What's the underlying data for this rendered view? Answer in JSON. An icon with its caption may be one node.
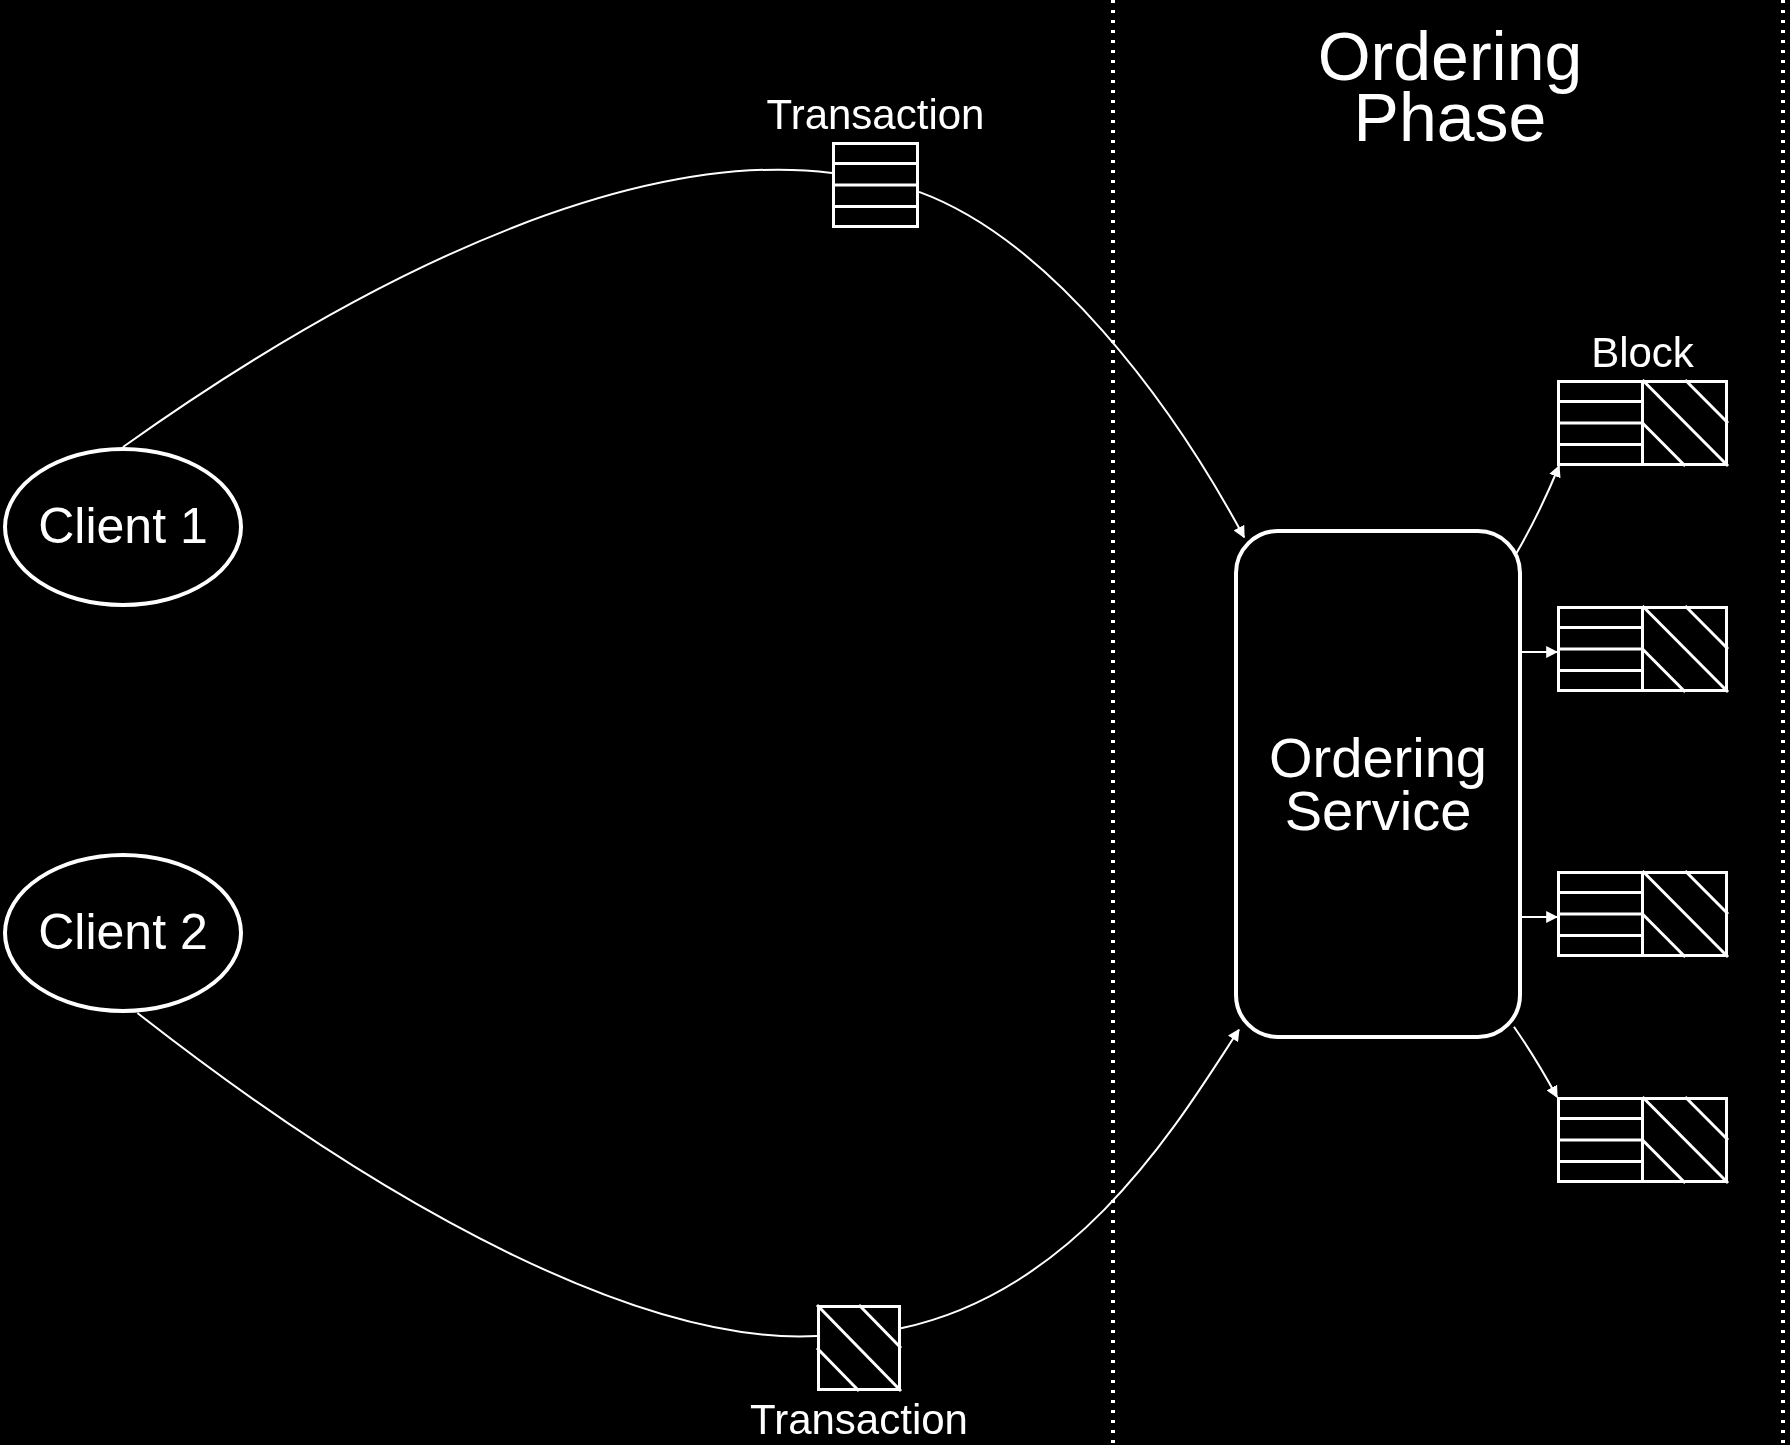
{
  "diagram": {
    "nodes": [
      {
        "text": [
          "Client 1"
        ]
      },
      {
        "text": [
          "Client 2"
        ]
      },
      {
        "text": [],
        "shape": "box",
        "beside": [
          "Transaction"
        ]
      },
      {
        "text": [],
        "shape": "box",
        "beside": [
          "Transaction"
        ]
      },
      {
        "text": [
          "Ordering Service"
        ]
      },
      {
        "text": [],
        "shape": "box",
        "beside": [
          "Block"
        ]
      },
      {
        "text": [],
        "shape": "box"
      },
      {
        "text": [],
        "shape": "box"
      },
      {
        "text": [],
        "shape": "box"
      }
    ],
    "edges": [
      {
        "from": 0,
        "to": 2,
        "arrow": "none"
      },
      {
        "from": 2,
        "to": 4,
        "arrow": "to"
      },
      {
        "from": 1,
        "to": 3,
        "arrow": "none"
      },
      {
        "from": 3,
        "to": 4,
        "arrow": "to"
      },
      {
        "from": 4,
        "to": 5,
        "arrow": "to"
      },
      {
        "from": 4,
        "to": 6,
        "arrow": "to"
      },
      {
        "from": 4,
        "to": 7,
        "arrow": "to"
      },
      {
        "from": 4,
        "to": 8,
        "arrow": "to"
      }
    ],
    "labels": [
      "Ordering Phase"
    ]
  }
}
